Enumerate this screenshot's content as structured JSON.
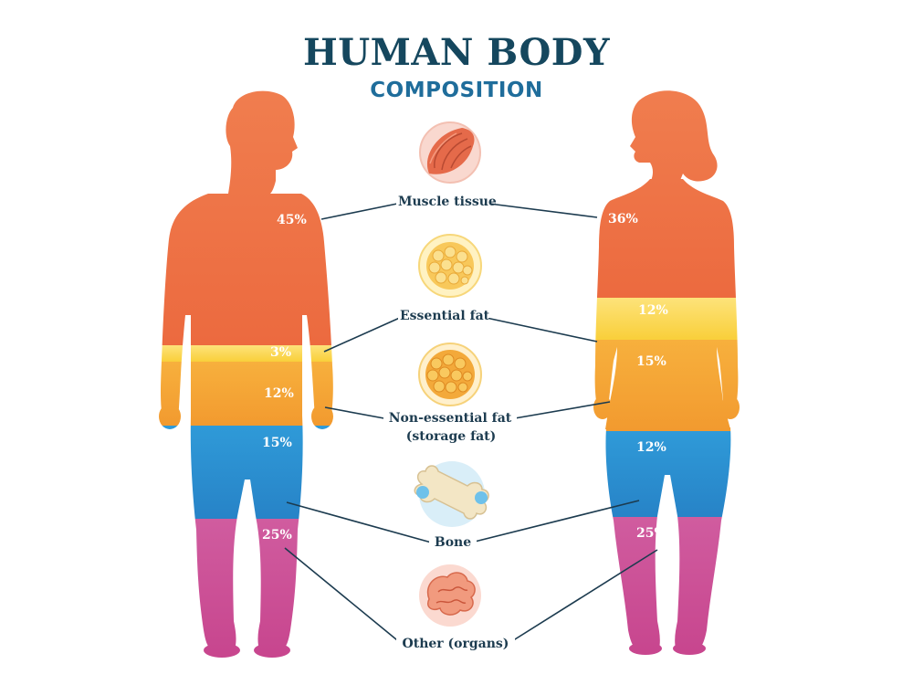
{
  "header": {
    "title": "HUMAN BODY",
    "subtitle": "COMPOSITION"
  },
  "colors": {
    "muscle": "#ee7447",
    "essential_fat": "#fbd84a",
    "storage_fat": "#f4a535",
    "bone": "#2a8fd1",
    "organs": "#cd4f96",
    "line": "#1c3b4f"
  },
  "categories": [
    {
      "label": "Muscle tissue",
      "icon": "muscle-fiber-icon"
    },
    {
      "label": "Essential fat",
      "icon": "essential-fat-cells-icon"
    },
    {
      "label": "Non-essential fat",
      "label2": "(storage fat)",
      "icon": "storage-fat-cells-icon"
    },
    {
      "label": "Bone",
      "icon": "bone-icon"
    },
    {
      "label": "Other (organs)",
      "icon": "organs-icon"
    }
  ],
  "male": {
    "muscle": "45%",
    "essential_fat": "3%",
    "storage_fat": "12%",
    "bone": "15%",
    "organs": "25%"
  },
  "female": {
    "muscle": "36%",
    "essential_fat": "12%",
    "storage_fat": "15%",
    "bone": "12%",
    "organs": "25%"
  }
}
